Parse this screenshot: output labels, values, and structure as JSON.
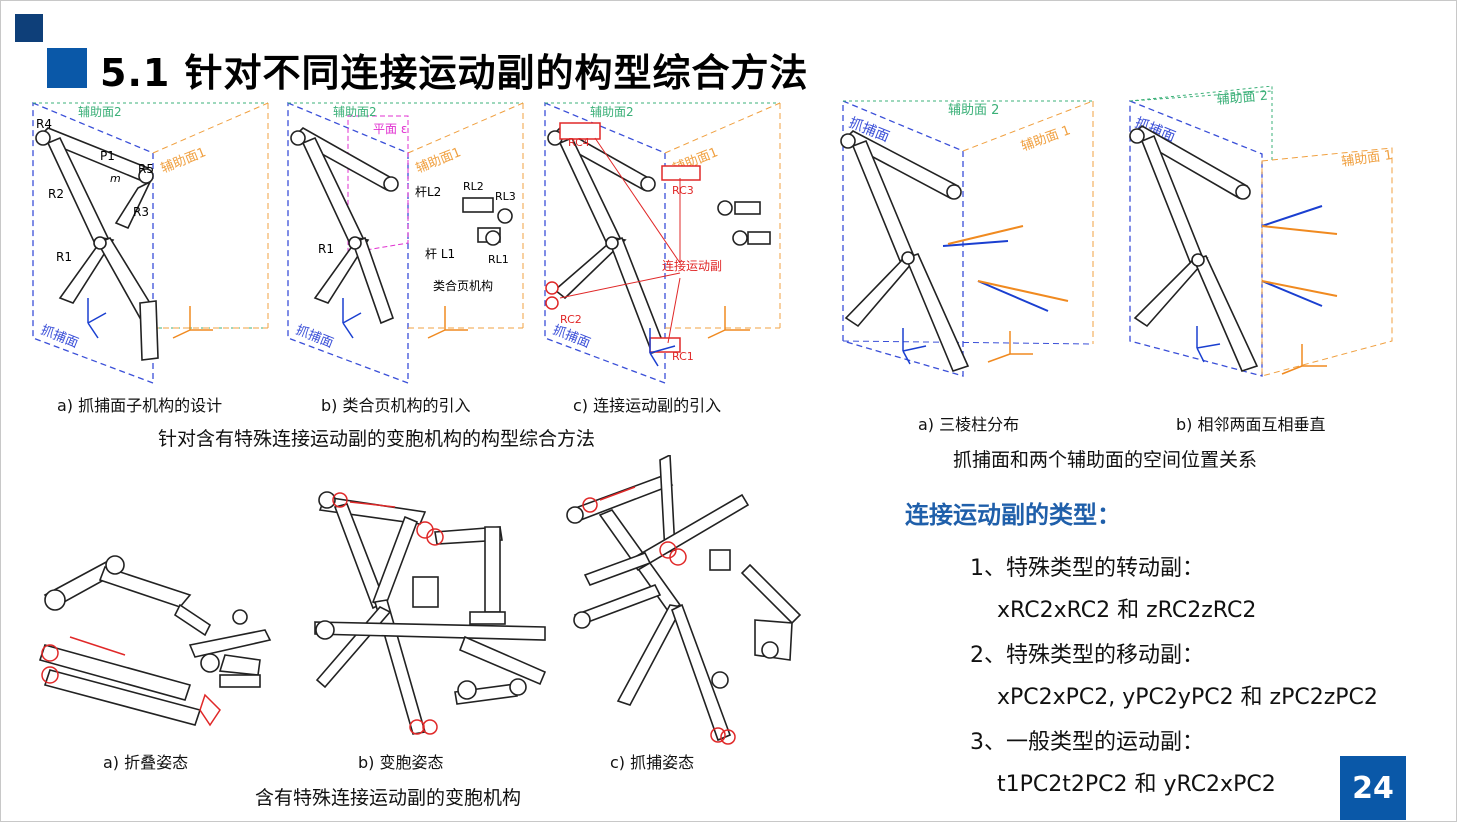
{
  "slide": {
    "title": "5.1 针对不同连接运动副的构型综合方法",
    "page_number": "24",
    "accent_color": "#0a58a8",
    "heading_color": "#1f5faa"
  },
  "top_left_figures": {
    "panels": [
      {
        "caption": "a) 抓捕面子机构的设计",
        "labels": {
          "aux2": "辅助面2",
          "aux1": "辅助面1",
          "grasp": "抓捕面",
          "r4": "R4",
          "p1": "P1",
          "r5": "R5",
          "r2": "R2",
          "r3": "R3",
          "r1": "R1",
          "m": "m"
        }
      },
      {
        "caption": "b) 类合页机构的引入",
        "labels": {
          "aux2": "辅助面2",
          "aux1": "辅助面1",
          "grasp": "抓捕面",
          "plane": "平面 ε",
          "l2": "杆L2",
          "rl2": "RL2",
          "rl3": "RL3",
          "l1": "杆 L1",
          "rl1": "RL1",
          "r1": "R1",
          "hinge": "类合页机构"
        }
      },
      {
        "caption": "c) 连接运动副的引入",
        "labels": {
          "aux2": "辅助面2",
          "aux1": "辅助面1",
          "grasp": "抓捕面",
          "rc4": "RC4",
          "rc3": "RC3",
          "rc2": "RC2",
          "rc1": "RC1",
          "joint": "连接运动副"
        }
      }
    ],
    "main_caption": "针对含有特殊连接运动副的变胞机构的构型综合方法"
  },
  "top_right_figures": {
    "panels": [
      {
        "caption": "a) 三棱柱分布",
        "labels": {
          "aux2": "辅助面 2",
          "aux1": "辅助面 1",
          "grasp": "抓捕面"
        }
      },
      {
        "caption": "b) 相邻两面互相垂直",
        "labels": {
          "aux2": "辅助面 2",
          "aux1": "辅助面 1",
          "grasp": "抓捕面"
        }
      }
    ],
    "main_caption": "抓捕面和两个辅助面的空间位置关系"
  },
  "bottom_figures": {
    "panels": [
      {
        "caption": "a) 折叠姿态"
      },
      {
        "caption": "b) 变胞姿态"
      },
      {
        "caption": "c) 抓捕姿态"
      }
    ],
    "main_caption": "含有特殊连接运动副的变胞机构"
  },
  "joint_types": {
    "heading": "连接运动副的类型：",
    "items": [
      {
        "title": "1、特殊类型的转动副：",
        "formula": "xRC2xRC2 和 zRC2zRC2"
      },
      {
        "title": "2、特殊类型的移动副：",
        "formula": "xPC2xPC2, yPC2yPC2 和 zPC2zPC2"
      },
      {
        "title": "3、一般类型的运动副：",
        "formula": "t1PC2t2PC2 和 yRC2xPC2"
      }
    ]
  }
}
